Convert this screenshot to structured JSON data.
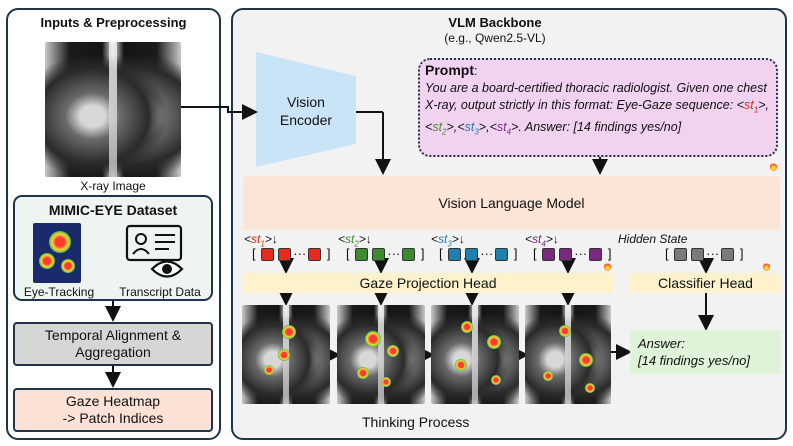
{
  "left_panel": {
    "title": "Inputs & Preprocessing",
    "xray_caption": "X-ray Image",
    "dataset": {
      "title": "MIMIC-EYE Dataset",
      "eye_tracking_label": "Eye-Tracking",
      "transcript_label": "Transcript Data"
    },
    "temporal_box": "Temporal Alignment & Aggregation",
    "gaze_box_line1": "Gaze Heatmap",
    "gaze_box_line2": "-> Patch Indices"
  },
  "right_panel": {
    "title": "VLM Backbone",
    "subtitle": "(e.g., Qwen2.5-VL)",
    "vision_encoder_line1": "Vision",
    "vision_encoder_line2": "Encoder",
    "prompt": {
      "heading": "Prompt",
      "colon": ":",
      "text_part1": "You are a board-certified thoracic radiologist. Given one chest X-ray, output strictly in this format: Eye-Gaze sequence: ",
      "text_part2": "  Answer: [14 findings yes/no]"
    },
    "vlm_label": "Vision Language Model",
    "tokens": [
      {
        "label": "st",
        "sub": "1",
        "color": "#e8291b"
      },
      {
        "label": "st",
        "sub": "2",
        "color": "#3d8b2f"
      },
      {
        "label": "st",
        "sub": "3",
        "color": "#1f7fb0"
      },
      {
        "label": "st",
        "sub": "4",
        "color": "#7a2a7e"
      }
    ],
    "hidden_state_label": "Hidden State",
    "gaze_head_label": "Gaze Projection Head",
    "classifier_head_label": "Classifier Head",
    "answer_line1": "Answer:",
    "answer_line2": "[14 findings yes/no]",
    "thinking_label": "Thinking Process"
  },
  "colors": {
    "panel_border": "#1f3547",
    "right_panel_bg": "#f2f2f2",
    "dataset_bg": "#eef4ef",
    "vision_encoder": "#c9e3f7",
    "prompt_bg": "#f1d3ef",
    "vlm_bg": "#fbe5d6",
    "head_bg": "#fdf2cc",
    "answer_bg": "#dff3d8",
    "temporal_bg": "#d6d6d6",
    "gaze_bg": "#fbe1d6",
    "hidden_token": "#7a7a7a"
  },
  "icons": [
    "fire-icon",
    "id-card-icon",
    "eye-icon",
    "chest-xray-image",
    "gaze-heatmap-image"
  ]
}
